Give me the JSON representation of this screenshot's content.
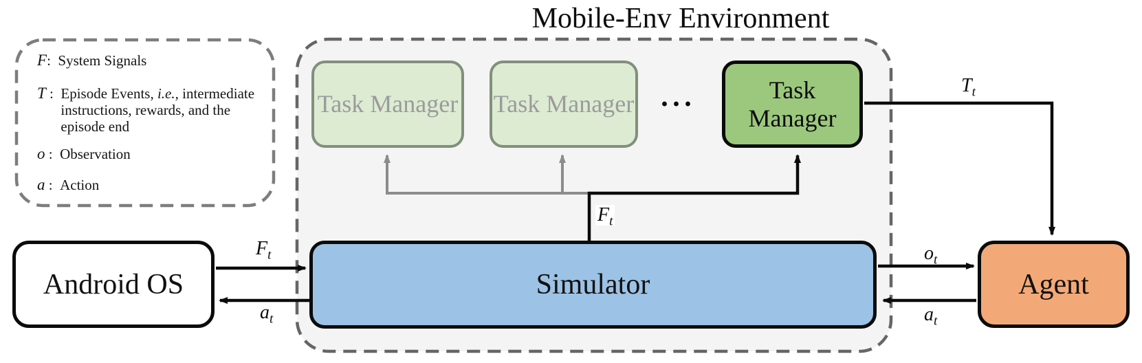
{
  "diagram": {
    "title": "Mobile-Env Environment",
    "legend": {
      "items": [
        {
          "symbol": "F",
          "sep": ":  ",
          "text_pre": "System Signals",
          "text_italic": "",
          "text_post": ""
        },
        {
          "symbol": "T",
          "sep": " :  ",
          "text_pre": "Episode Events, ",
          "text_italic": "i.e.",
          "text_post": ", intermediate instructions, rewards, and the episode end"
        },
        {
          "symbol": "o",
          "sep": " :  ",
          "text_pre": "Observation",
          "text_italic": "",
          "text_post": ""
        },
        {
          "symbol": "a",
          "sep": " :  ",
          "text_pre": "Action",
          "text_italic": "",
          "text_post": ""
        }
      ]
    },
    "nodes": {
      "task_manager_1": "Task Manager",
      "task_manager_2": "Task Manager",
      "task_manager_3": "Task Manager",
      "ellipsis": "···",
      "simulator": "Simulator",
      "android_os": "Android OS",
      "agent": "Agent"
    },
    "edge_labels": {
      "f_t_android": {
        "sym": "F",
        "sub": "t"
      },
      "a_t_android": {
        "sym": "a",
        "sub": "t"
      },
      "f_t_mid": {
        "sym": "F",
        "sub": "t"
      },
      "t_t": {
        "sym": "T",
        "sub": "t"
      },
      "o_t": {
        "sym": "o",
        "sub": "t"
      },
      "a_t_agent": {
        "sym": "a",
        "sub": "t"
      }
    },
    "colors": {
      "environment_fill": "#f4f4f4",
      "environment_dash": "#666666",
      "legend_dash": "#7d7d7d",
      "task_manager_faded_fill": "#dcebd2",
      "task_manager_faded_border": "#828f7c",
      "task_manager_faded_text": "#9b9b9b",
      "task_manager_active_fill": "#9cc87e",
      "simulator_fill": "#9cc2e5",
      "agent_fill": "#f3a977",
      "connector_black": "#0b0b0b",
      "connector_gray": "#8c8c8c"
    }
  }
}
